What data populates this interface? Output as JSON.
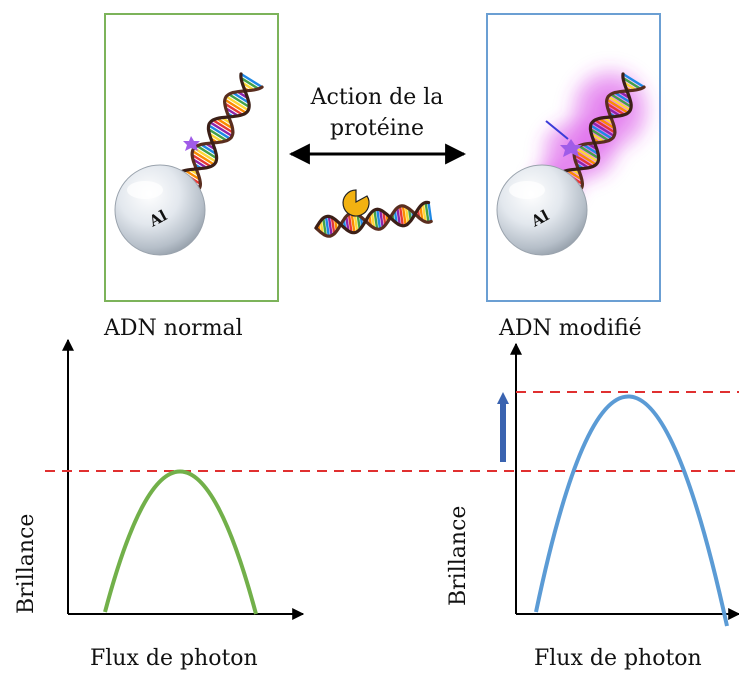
{
  "panels": {
    "left": {
      "caption": "ADN normal",
      "ball_label": "Al",
      "frame_color": "#7cb35a",
      "graph": {
        "y_axis_label": "Brillance",
        "x_axis_label": "Flux de photon",
        "curve_color": "#72b04a",
        "threshold_line_color": "#e03030"
      }
    },
    "right": {
      "caption": "ADN modifié",
      "ball_label": "Al",
      "frame_color": "#6b9fd3",
      "glow_color": "#d53be6",
      "graph": {
        "y_axis_label": "Brillance",
        "x_axis_label": "Flux de photon",
        "curve_color": "#5b9bd5",
        "threshold_line_color": "#e03030",
        "increase_arrow_color": "#3a63b0"
      }
    }
  },
  "center": {
    "action_line1": "Action de la",
    "action_line2": "protéine",
    "arrow_icon": "double-headed-arrow-icon",
    "protein_color": "#f2b211"
  },
  "icons": [
    "dna-helix-icon",
    "aluminium-sphere-icon",
    "fluorophore-star-icon",
    "protein-enzyme-icon",
    "up-arrow-icon"
  ]
}
